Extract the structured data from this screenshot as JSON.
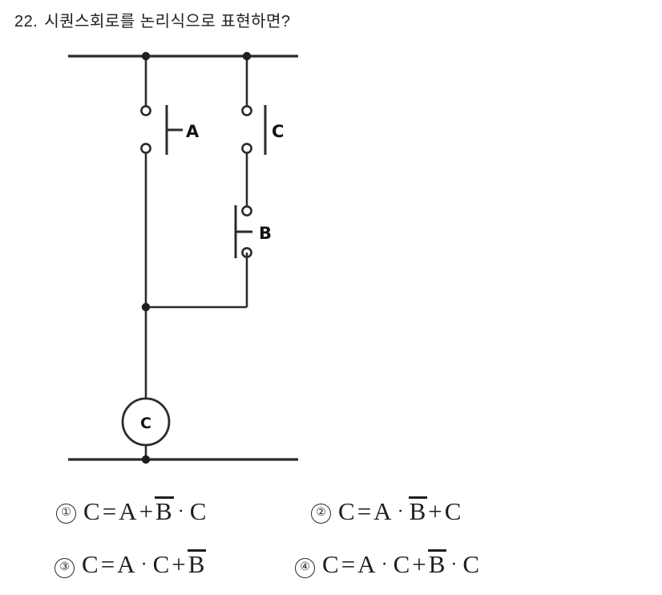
{
  "question": {
    "number": "22.",
    "text": "시퀀스회로를 논리식으로 표현하면?"
  },
  "circuit": {
    "type": "sequence-ladder-circuit",
    "contacts": [
      {
        "id": "A",
        "label": "A",
        "kind": "normally-open",
        "branch": "left"
      },
      {
        "id": "C",
        "label": "C",
        "kind": "normally-open",
        "branch": "right"
      },
      {
        "id": "B",
        "label": "B",
        "kind": "normally-closed",
        "branch": "right"
      }
    ],
    "coil": {
      "label": "C",
      "shape": "circle"
    },
    "rails": {
      "top": "power-rail",
      "bottom": "ground-rail"
    }
  },
  "options": [
    {
      "marker": "①",
      "tokens": [
        {
          "t": "C",
          "k": "sym"
        },
        {
          "t": "=",
          "k": "eq"
        },
        {
          "t": "A",
          "k": "sym"
        },
        {
          "t": "+",
          "k": "plus"
        },
        {
          "t": "B",
          "k": "bar"
        },
        {
          "t": "·",
          "k": "dot"
        },
        {
          "t": "C",
          "k": "sym"
        }
      ],
      "plain": "C = A + B̅ · C"
    },
    {
      "marker": "②",
      "tokens": [
        {
          "t": "C",
          "k": "sym"
        },
        {
          "t": "=",
          "k": "eq"
        },
        {
          "t": "A",
          "k": "sym"
        },
        {
          "t": "·",
          "k": "dot"
        },
        {
          "t": "B",
          "k": "bar"
        },
        {
          "t": "+",
          "k": "plus"
        },
        {
          "t": "C",
          "k": "sym"
        }
      ],
      "plain": "C = A · B̅ + C"
    },
    {
      "marker": "③",
      "tokens": [
        {
          "t": "C",
          "k": "sym"
        },
        {
          "t": "=",
          "k": "eq"
        },
        {
          "t": "A",
          "k": "sym"
        },
        {
          "t": "·",
          "k": "dot"
        },
        {
          "t": "C",
          "k": "sym"
        },
        {
          "t": "+",
          "k": "plus"
        },
        {
          "t": "B",
          "k": "bar"
        }
      ],
      "plain": "C = A · C + B̅"
    },
    {
      "marker": "④",
      "tokens": [
        {
          "t": "C",
          "k": "sym"
        },
        {
          "t": "=",
          "k": "eq"
        },
        {
          "t": "A",
          "k": "sym"
        },
        {
          "t": "·",
          "k": "dot"
        },
        {
          "t": "C",
          "k": "sym"
        },
        {
          "t": "+",
          "k": "plus"
        },
        {
          "t": "B",
          "k": "bar"
        },
        {
          "t": "·",
          "k": "dot"
        },
        {
          "t": "C",
          "k": "sym"
        }
      ],
      "plain": "C = A · C + B̅ · C"
    }
  ],
  "colors": {
    "ink": "#1a1a1a",
    "line": "#2b2b2b",
    "background": "#ffffff"
  }
}
